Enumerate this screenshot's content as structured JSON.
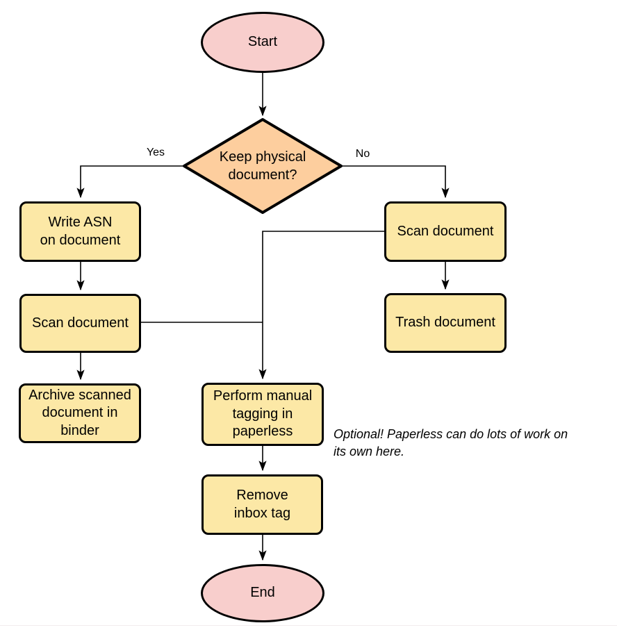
{
  "diagram": {
    "kind": "flowchart",
    "colors": {
      "terminal_fill": "#f8cecc",
      "decision_fill": "#fdce9e",
      "process_fill": "#fce8a6",
      "stroke": "#000000"
    },
    "nodes": {
      "start": {
        "type": "terminal",
        "label": "Start"
      },
      "decision": {
        "type": "decision",
        "label": "Keep physical\ndocument?"
      },
      "write_asn": {
        "type": "process",
        "label": "Write ASN\non document"
      },
      "scan_left": {
        "type": "process",
        "label": "Scan document"
      },
      "archive": {
        "type": "process",
        "label": "Archive scanned\ndocument in\nbinder"
      },
      "scan_right": {
        "type": "process",
        "label": "Scan document"
      },
      "trash": {
        "type": "process",
        "label": "Trash document"
      },
      "tagging": {
        "type": "process",
        "label": "Perform manual\ntagging in\npaperless"
      },
      "remove_inbox": {
        "type": "process",
        "label": "Remove\ninbox tag"
      },
      "end": {
        "type": "terminal",
        "label": "End"
      }
    },
    "edge_labels": {
      "yes": "Yes",
      "no": "No"
    },
    "annotation": {
      "text": "Optional! Paperless can do lots of work on\nits own here."
    }
  }
}
